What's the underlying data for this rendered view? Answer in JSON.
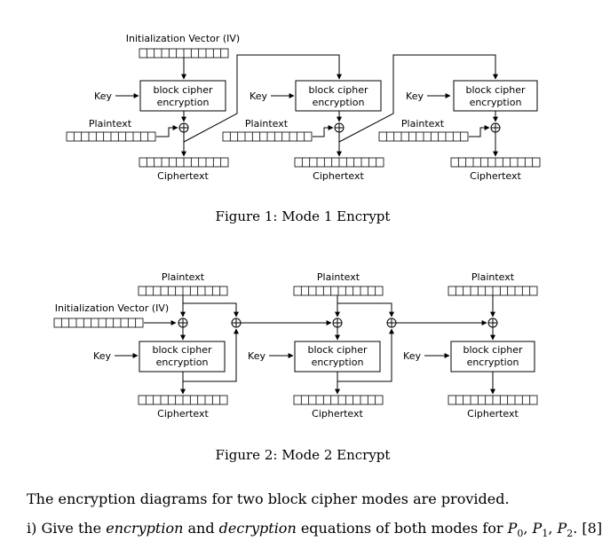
{
  "figure1": {
    "iv_label": "Initialization Vector (IV)",
    "caption": "Figure 1: Mode 1 Encrypt",
    "blocks": [
      {
        "key_label": "Key",
        "cipher_line1": "block cipher",
        "cipher_line2": "encryption",
        "plaintext_label": "Plaintext",
        "ciphertext_label": "Ciphertext"
      },
      {
        "key_label": "Key",
        "cipher_line1": "block cipher",
        "cipher_line2": "encryption",
        "plaintext_label": "Plaintext",
        "ciphertext_label": "Ciphertext"
      },
      {
        "key_label": "Key",
        "cipher_line1": "block cipher",
        "cipher_line2": "encryption",
        "plaintext_label": "Plaintext",
        "ciphertext_label": "Ciphertext"
      }
    ]
  },
  "figure2": {
    "iv_label": "Initialization Vector (IV)",
    "caption": "Figure 2: Mode 2 Encrypt",
    "blocks": [
      {
        "key_label": "Key",
        "cipher_line1": "block cipher",
        "cipher_line2": "encryption",
        "plaintext_label": "Plaintext",
        "ciphertext_label": "Ciphertext"
      },
      {
        "key_label": "Key",
        "cipher_line1": "block cipher",
        "cipher_line2": "encryption",
        "plaintext_label": "Plaintext",
        "ciphertext_label": "Ciphertext"
      },
      {
        "key_label": "Key",
        "cipher_line1": "block cipher",
        "cipher_line2": "encryption",
        "plaintext_label": "Plaintext",
        "ciphertext_label": "Ciphertext"
      }
    ]
  },
  "question": {
    "intro": "The encryption diagrams for two block cipher modes are provided.",
    "prefix": "i) Give the ",
    "enc_word": "encryption",
    "and_word": " and ",
    "dec_word": "decryption",
    "mid": " equations of both modes for ",
    "p0": "P",
    "p0_sub": "0",
    "p1": "P",
    "p1_sub": "1",
    "p2": "P",
    "p2_sub": "2",
    "marks": ". [8]"
  }
}
